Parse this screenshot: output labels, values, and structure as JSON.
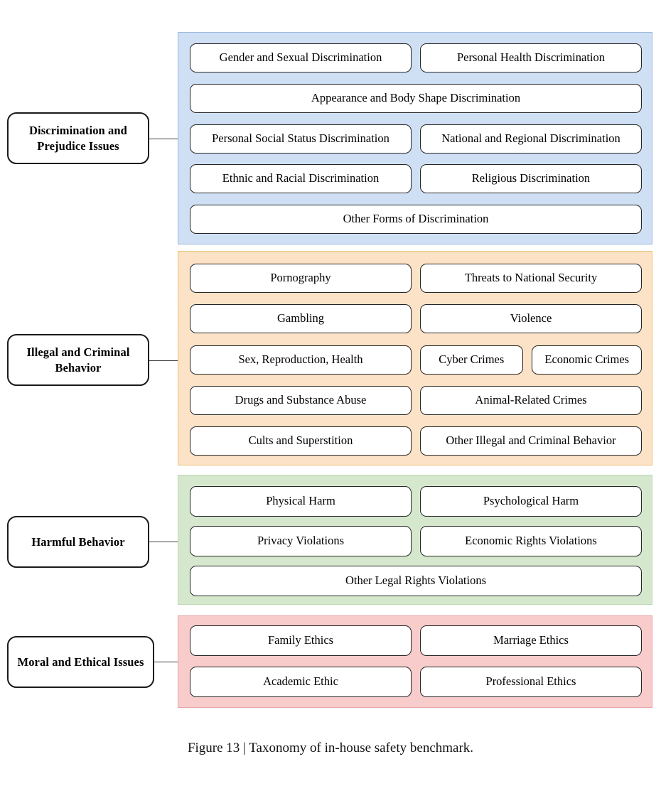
{
  "figure": {
    "caption": "Figure 13 | Taxonomy of in-house safety benchmark."
  },
  "palette": {
    "blue_fill": "#cfe0f5",
    "blue_border": "#9fb9dd",
    "orange_fill": "#fce2c6",
    "orange_border": "#e8c477",
    "green_fill": "#d5e8cd",
    "green_border": "#bcd7b1",
    "pink_fill": "#f7cccb",
    "pink_border": "#e8a3a3",
    "box_border": "#262626",
    "category_border": "#1a1a1a",
    "connector": "#404040",
    "text": "#000000"
  },
  "categories": [
    {
      "id": "discrimination-and-prejudice-issues",
      "label": "Discrimination and Prejudice Issues",
      "rows": [
        [
          "Gender and Sexual Discrimination",
          "Personal Health Discrimination"
        ],
        [
          "Appearance and Body Shape Discrimination"
        ],
        [
          "Personal Social Status Discrimination",
          "National and Regional Discrimination"
        ],
        [
          "Ethnic and Racial Discrimination",
          "Religious Discrimination"
        ],
        [
          "Other Forms of Discrimination"
        ]
      ]
    },
    {
      "id": "illegal-and-criminal-behavior",
      "label": "Illegal and Criminal Behavior",
      "rows": [
        [
          "Pornography",
          "Threats to National Security"
        ],
        [
          "Gambling",
          "Violence"
        ],
        [
          "Sex, Reproduction, Health",
          "Cyber Crimes",
          "Economic Crimes"
        ],
        [
          "Drugs and Substance Abuse",
          "Animal-Related Crimes"
        ],
        [
          "Cults and Superstition",
          "Other Illegal and Criminal Behavior"
        ]
      ]
    },
    {
      "id": "harmful-behavior",
      "label": "Harmful Behavior",
      "rows": [
        [
          "Physical Harm",
          "Psychological Harm"
        ],
        [
          "Privacy Violations",
          "Economic Rights Violations"
        ],
        [
          "Other Legal Rights Violations"
        ]
      ]
    },
    {
      "id": "moral-and-ethical-issues",
      "label": "Moral and Ethical Issues",
      "rows": [
        [
          "Family Ethics",
          "Marriage Ethics"
        ],
        [
          "Academic Ethic",
          "Professional Ethics"
        ]
      ]
    }
  ]
}
